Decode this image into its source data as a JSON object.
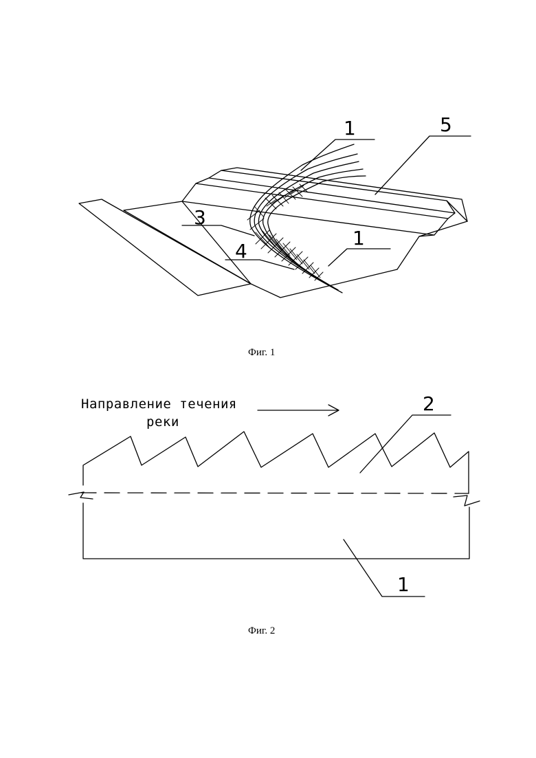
{
  "figure1": {
    "caption": "Фиг. 1",
    "labels": {
      "top_left": "1",
      "top_right": "5",
      "left": "3",
      "bottom_left": "4",
      "right": "1"
    }
  },
  "figure2": {
    "caption": "Фиг. 2",
    "flow_text_line1": "Направление течения",
    "flow_text_line2": "реки",
    "labels": {
      "top": "2",
      "bottom": "1"
    }
  }
}
